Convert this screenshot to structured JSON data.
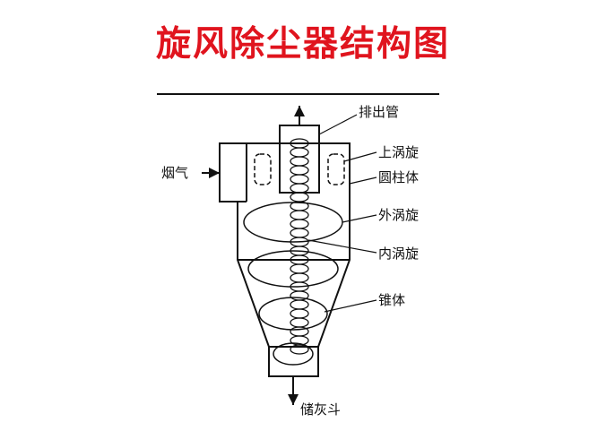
{
  "title": "旋风除尘器结构图",
  "labels": {
    "inlet": "烟气",
    "outlet_pipe": "排出管",
    "upper_vortex": "上涡旋",
    "cylinder": "圆柱体",
    "outer_vortex": "外涡旋",
    "inner_vortex": "内涡旋",
    "cone": "锥体",
    "hopper": "储灰斗"
  }
}
